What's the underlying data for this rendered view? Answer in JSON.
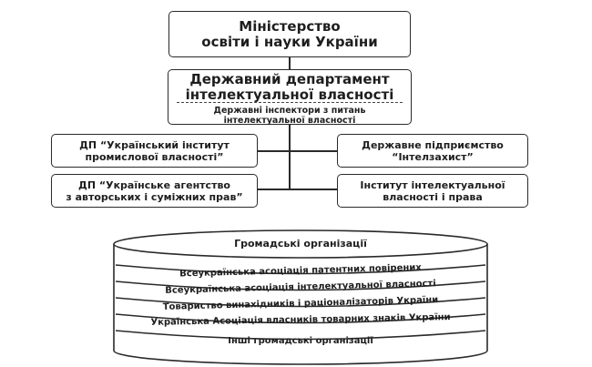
{
  "ministry": {
    "line1": "Міністерство",
    "line2": "освіти і науки України"
  },
  "department": {
    "line1": "Державний департамент",
    "line2": "інтелектуальної власності",
    "sub1": "Державні інспектори з питань",
    "sub2": "інтелектуальної власності"
  },
  "left_boxes": [
    {
      "line1": "ДП “Український інститут",
      "line2": "промислової власності”"
    },
    {
      "line1": "ДП “Українське агентство",
      "line2": "з авторських і суміжних прав”"
    }
  ],
  "right_boxes": [
    {
      "line1": "Державне підприємство",
      "line2": "“Інтелзахист”"
    },
    {
      "line1": "Інститут інтелектуальної",
      "line2": "власності і права"
    }
  ],
  "public_orgs": {
    "title": "Громадські організації",
    "layers": [
      "Всеукраїнська асоціація патентних повірених",
      "Всеукраїнська асоціація інтелектуальної власності",
      "Товариство винахідників і раціоналізаторів України",
      "Українська Асоціація власників товарних знаків України",
      "Інші громадські організації"
    ]
  }
}
